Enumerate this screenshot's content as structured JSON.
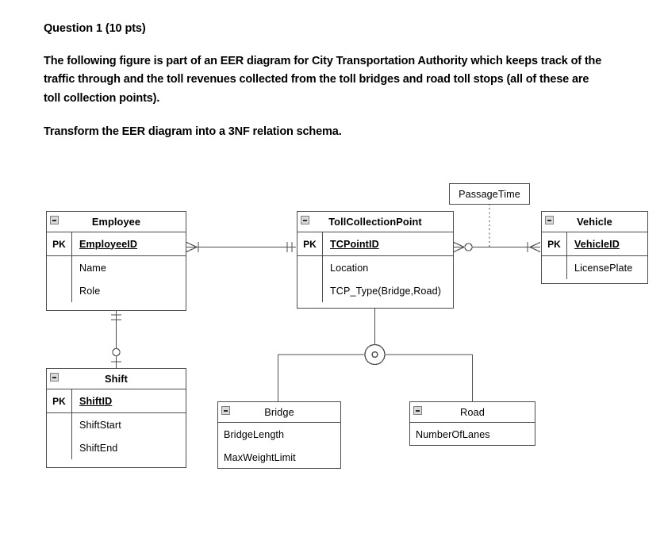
{
  "question": {
    "title": "Question 1 (10 pts)",
    "paragraph1": "The following figure is part of an EER diagram for City Transportation Authority which keeps track of the traffic through and the toll revenues collected from the toll bridges and road toll stops (all of these are toll collection points).",
    "paragraph2": "Transform the EER diagram into a 3NF relation schema."
  },
  "diagram": {
    "entities": {
      "employee": {
        "title": "Employee",
        "pk_label": "PK",
        "pk_attribute": "EmployeeID",
        "attributes": [
          "Name",
          "Role"
        ]
      },
      "shift": {
        "title": "Shift",
        "pk_label": "PK",
        "pk_attribute": "ShiftID",
        "attributes": [
          "ShiftStart",
          "ShiftEnd"
        ]
      },
      "tollcollectionpoint": {
        "title": "TollCollectionPoint",
        "pk_label": "PK",
        "pk_attribute": "TCPointID",
        "attributes": [
          "Location",
          "TCP_Type(Bridge,Road)"
        ]
      },
      "vehicle": {
        "title": "Vehicle",
        "pk_label": "PK",
        "pk_attribute": "VehicleID",
        "attributes": [
          "LicensePlate"
        ]
      },
      "bridge": {
        "title": "Bridge",
        "attributes": [
          "BridgeLength",
          "MaxWeightLimit"
        ]
      },
      "road": {
        "title": "Road",
        "attributes": [
          "NumberOfLanes"
        ]
      }
    },
    "association_attribute": {
      "label": "PassageTime"
    },
    "specialization": {
      "symbol": "o"
    },
    "relationships": [
      {
        "name": "employee-tollcollectionpoint",
        "from": "Employee",
        "to": "TollCollectionPoint",
        "from_cardinality": "many",
        "to_cardinality": "one-and-only-one"
      },
      {
        "name": "employee-shift",
        "from": "Employee",
        "to": "Shift",
        "from_cardinality": "one-and-only-one",
        "to_cardinality": "zero-or-one"
      },
      {
        "name": "tollcollectionpoint-vehicle",
        "from": "TollCollectionPoint",
        "to": "Vehicle",
        "from_cardinality": "zero-or-many",
        "to_cardinality": "one-or-many"
      }
    ],
    "colors": {
      "line": "#4d4d4d",
      "background": "#ffffff",
      "text": "#000000",
      "icon_fill": "#d9d9d9"
    }
  }
}
